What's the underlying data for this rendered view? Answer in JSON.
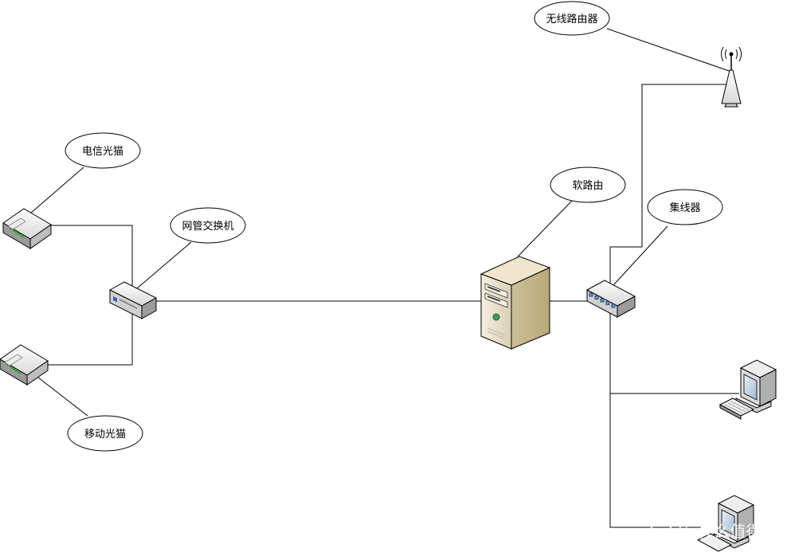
{
  "diagram": {
    "labels": {
      "telecom_modem": "电信光猫",
      "mobile_modem": "移动光猫",
      "managed_switch": "网管交换机",
      "soft_router": "软路由",
      "hub": "集线器",
      "wireless_router": "无线路由器"
    },
    "devices": {
      "telecom_modem": "modem-icon",
      "mobile_modem": "modem-icon",
      "managed_switch": "switch-icon",
      "soft_router": "server-tower-icon",
      "hub": "hub-icon",
      "wireless_router": "antenna-icon",
      "computer_1": "computer-icon",
      "computer_2": "computer-icon"
    }
  },
  "watermark": {
    "text": "值 什么值得买",
    "icon": "watermark-badge-icon"
  }
}
